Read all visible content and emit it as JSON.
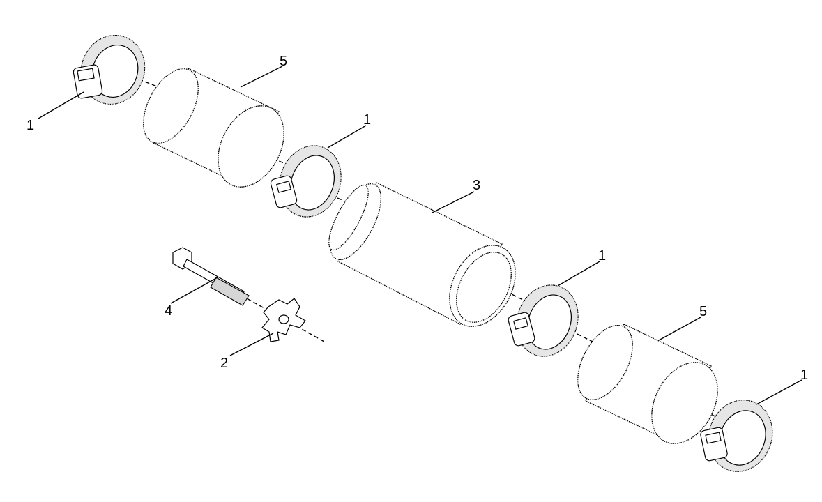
{
  "diagram": {
    "callouts": [
      {
        "id": "clamp-top-left",
        "label": "1"
      },
      {
        "id": "sleeve-top",
        "label": "5"
      },
      {
        "id": "clamp-upper-mid",
        "label": "1"
      },
      {
        "id": "filter-element",
        "label": "3"
      },
      {
        "id": "clamp-lower-mid",
        "label": "1"
      },
      {
        "id": "bolt",
        "label": "4"
      },
      {
        "id": "star-knob",
        "label": "2"
      },
      {
        "id": "sleeve-bottom",
        "label": "5"
      },
      {
        "id": "clamp-bottom-right",
        "label": "1"
      }
    ]
  }
}
